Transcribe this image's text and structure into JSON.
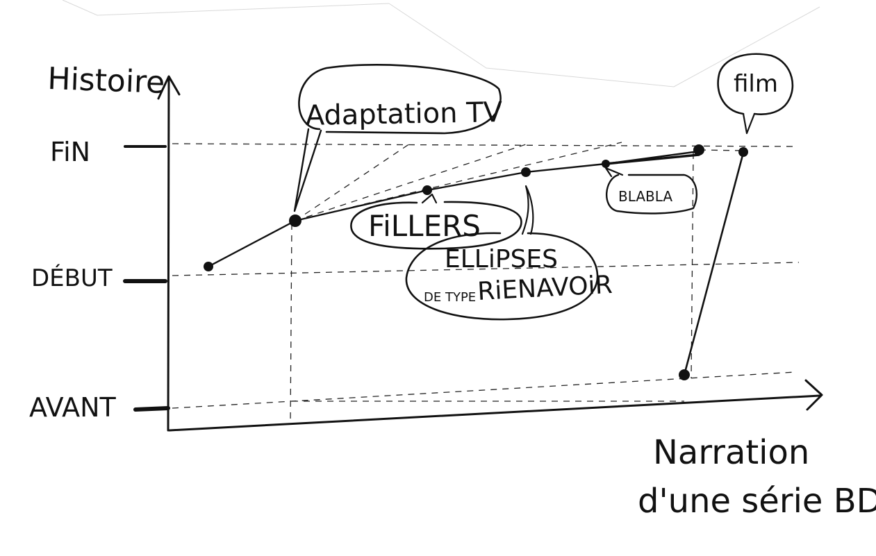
{
  "axes": {
    "y_label": "Histoire",
    "x_label_line1": "Narration",
    "x_label_line2": "d'une série BD"
  },
  "levels": {
    "fin": "FiN",
    "debut": "DÉBUT",
    "avant": "AVANT"
  },
  "callouts": {
    "adaptation": "Adaptation TV",
    "fillers": "FiLLERS",
    "ellipses_line1": "ELLiPSES",
    "ellipses_line2_small": "DE TYPE",
    "ellipses_line2_big": "RiENAVOiR",
    "blabla": "BLABLA",
    "film": "film"
  },
  "colors": {
    "ink": "#111111",
    "paper": "#ffffff"
  }
}
